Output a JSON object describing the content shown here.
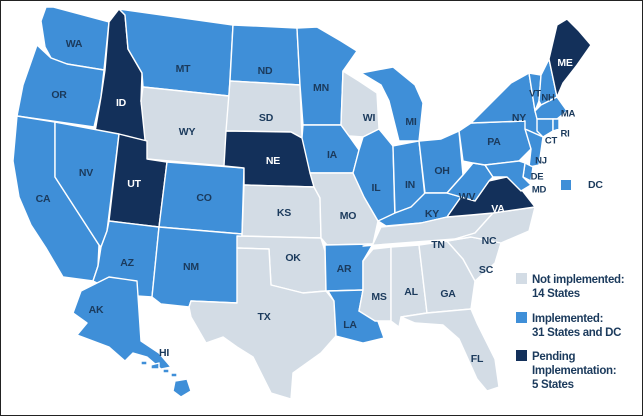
{
  "colors": {
    "not_implemented": "#d3dce5",
    "implemented": "#3f8fd8",
    "pending": "#13305a",
    "label_dark": "#1b3a5c",
    "label_light": "#ffffff"
  },
  "states": {
    "WA": {
      "label": "WA",
      "status": "implemented"
    },
    "OR": {
      "label": "OR",
      "status": "implemented"
    },
    "CA": {
      "label": "CA",
      "status": "implemented"
    },
    "ID": {
      "label": "ID",
      "status": "pending"
    },
    "NV": {
      "label": "NV",
      "status": "implemented"
    },
    "MT": {
      "label": "MT",
      "status": "implemented"
    },
    "WY": {
      "label": "WY",
      "status": "not_implemented"
    },
    "UT": {
      "label": "UT",
      "status": "pending"
    },
    "AZ": {
      "label": "AZ",
      "status": "implemented"
    },
    "CO": {
      "label": "CO",
      "status": "implemented"
    },
    "NM": {
      "label": "NM",
      "status": "implemented"
    },
    "ND": {
      "label": "ND",
      "status": "implemented"
    },
    "SD": {
      "label": "SD",
      "status": "not_implemented"
    },
    "NE": {
      "label": "NE",
      "status": "pending"
    },
    "KS": {
      "label": "KS",
      "status": "not_implemented"
    },
    "OK": {
      "label": "OK",
      "status": "not_implemented"
    },
    "TX": {
      "label": "TX",
      "status": "not_implemented"
    },
    "MN": {
      "label": "MN",
      "status": "implemented"
    },
    "IA": {
      "label": "IA",
      "status": "implemented"
    },
    "MO": {
      "label": "MO",
      "status": "not_implemented"
    },
    "AR": {
      "label": "AR",
      "status": "implemented"
    },
    "LA": {
      "label": "LA",
      "status": "implemented"
    },
    "WI": {
      "label": "WI",
      "status": "not_implemented"
    },
    "IL": {
      "label": "IL",
      "status": "implemented"
    },
    "MI": {
      "label": "MI",
      "status": "implemented"
    },
    "IN": {
      "label": "IN",
      "status": "implemented"
    },
    "OH": {
      "label": "OH",
      "status": "implemented"
    },
    "KY": {
      "label": "KY",
      "status": "implemented"
    },
    "TN": {
      "label": "TN",
      "status": "not_implemented"
    },
    "MS": {
      "label": "MS",
      "status": "not_implemented"
    },
    "AL": {
      "label": "AL",
      "status": "not_implemented"
    },
    "GA": {
      "label": "GA",
      "status": "not_implemented"
    },
    "FL": {
      "label": "FL",
      "status": "not_implemented"
    },
    "SC": {
      "label": "SC",
      "status": "not_implemented"
    },
    "NC": {
      "label": "NC",
      "status": "not_implemented"
    },
    "VA": {
      "label": "VA",
      "status": "pending"
    },
    "WV": {
      "label": "WV",
      "status": "implemented"
    },
    "PA": {
      "label": "PA",
      "status": "implemented"
    },
    "NY": {
      "label": "NY",
      "status": "implemented"
    },
    "VT": {
      "label": "VT",
      "status": "implemented"
    },
    "NH": {
      "label": "NH",
      "status": "implemented"
    },
    "ME": {
      "label": "ME",
      "status": "pending"
    },
    "MA": {
      "label": "MA",
      "status": "implemented"
    },
    "CT": {
      "label": "CT",
      "status": "implemented"
    },
    "RI": {
      "label": "RI",
      "status": "implemented"
    },
    "NJ": {
      "label": "NJ",
      "status": "implemented"
    },
    "DE": {
      "label": "DE",
      "status": "implemented"
    },
    "MD": {
      "label": "MD",
      "status": "implemented"
    },
    "AK": {
      "label": "AK",
      "status": "implemented"
    },
    "HI": {
      "label": "HI",
      "status": "implemented"
    },
    "DC": {
      "label": "DC",
      "status": "implemented"
    }
  },
  "legend": [
    {
      "status": "not_implemented",
      "line1": "Not implemented:",
      "line2": "14 States"
    },
    {
      "status": "implemented",
      "line1": "Implemented:",
      "line2": "31 States and DC"
    },
    {
      "status": "pending",
      "line1": "Pending",
      "line2": "Implementation:",
      "line3": "5 States"
    }
  ]
}
